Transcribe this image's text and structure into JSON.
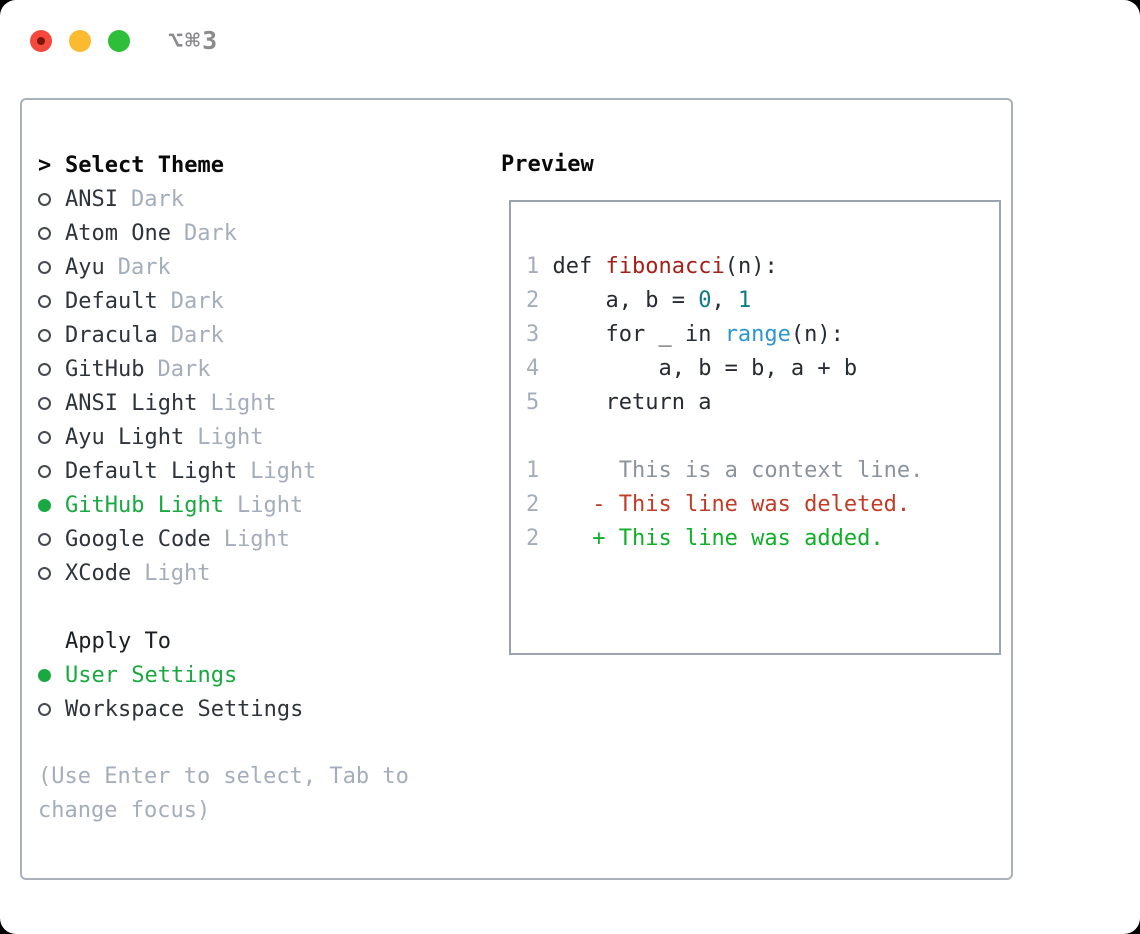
{
  "window": {
    "title": "⌥⌘3"
  },
  "colors": {
    "accent_green": "#1aa840",
    "added_green": "#10af28",
    "deleted_red": "#c23b27",
    "function_red": "#a62019",
    "number_teal": "#0e7b87",
    "builtin_blue": "#2e96ce",
    "text_dark": "#262c33",
    "muted_gray": "#a4aebb",
    "context_gray": "#8b939e",
    "line_number_gray": "#a4adbb",
    "border_gray": "#a9b1bb",
    "titlebar_gray": "#8a8a8f",
    "traffic_red": "#f5493d",
    "traffic_yellow": "#fcbb2e",
    "traffic_green": "#2ebe39"
  },
  "panel": {
    "theme_selector": {
      "cursor": ">",
      "header": "Select Theme",
      "items": [
        {
          "label": "ANSI",
          "tag": "Dark",
          "selected": false
        },
        {
          "label": "Atom One",
          "tag": "Dark",
          "selected": false
        },
        {
          "label": "Ayu",
          "tag": "Dark",
          "selected": false
        },
        {
          "label": "Default",
          "tag": "Dark",
          "selected": false
        },
        {
          "label": "Dracula",
          "tag": "Dark",
          "selected": false
        },
        {
          "label": "GitHub",
          "tag": "Dark",
          "selected": false
        },
        {
          "label": "ANSI Light",
          "tag": "Light",
          "selected": false
        },
        {
          "label": "Ayu Light",
          "tag": "Light",
          "selected": false
        },
        {
          "label": "Default Light",
          "tag": "Light",
          "selected": false
        },
        {
          "label": "GitHub Light",
          "tag": "Light",
          "selected": true
        },
        {
          "label": "Google Code",
          "tag": "Light",
          "selected": false
        },
        {
          "label": "XCode",
          "tag": "Light",
          "selected": false
        }
      ]
    },
    "apply_to": {
      "header": "Apply To",
      "items": [
        {
          "label": "User Settings",
          "selected": true
        },
        {
          "label": "Workspace Settings",
          "selected": false
        }
      ]
    },
    "hint": "(Use Enter to select, Tab to change focus)",
    "preview": {
      "header": "Preview",
      "lines": [
        {
          "num": "1",
          "segments": [
            {
              "t": "def ",
              "c": "text"
            },
            {
              "t": "fibonacci",
              "c": "func"
            },
            {
              "t": "(n):",
              "c": "text"
            }
          ]
        },
        {
          "num": "2",
          "segments": [
            {
              "t": "    a, b = ",
              "c": "text"
            },
            {
              "t": "0",
              "c": "num"
            },
            {
              "t": ", ",
              "c": "text"
            },
            {
              "t": "1",
              "c": "num"
            }
          ]
        },
        {
          "num": "3",
          "segments": [
            {
              "t": "    for _ in ",
              "c": "text"
            },
            {
              "t": "range",
              "c": "builtin"
            },
            {
              "t": "(n):",
              "c": "text"
            }
          ]
        },
        {
          "num": "4",
          "segments": [
            {
              "t": "        a, b = b, a + b",
              "c": "text"
            }
          ]
        },
        {
          "num": "5",
          "segments": [
            {
              "t": "    return a",
              "c": "text"
            }
          ]
        },
        {
          "num": "",
          "segments": []
        },
        {
          "num": "1",
          "segments": [
            {
              "t": "     This is a context line.",
              "c": "context"
            }
          ]
        },
        {
          "num": "2",
          "segments": [
            {
              "t": "   - This line was deleted.",
              "c": "deleted"
            }
          ]
        },
        {
          "num": "2",
          "segments": [
            {
              "t": "   + This line was added.",
              "c": "added"
            }
          ]
        }
      ]
    }
  }
}
